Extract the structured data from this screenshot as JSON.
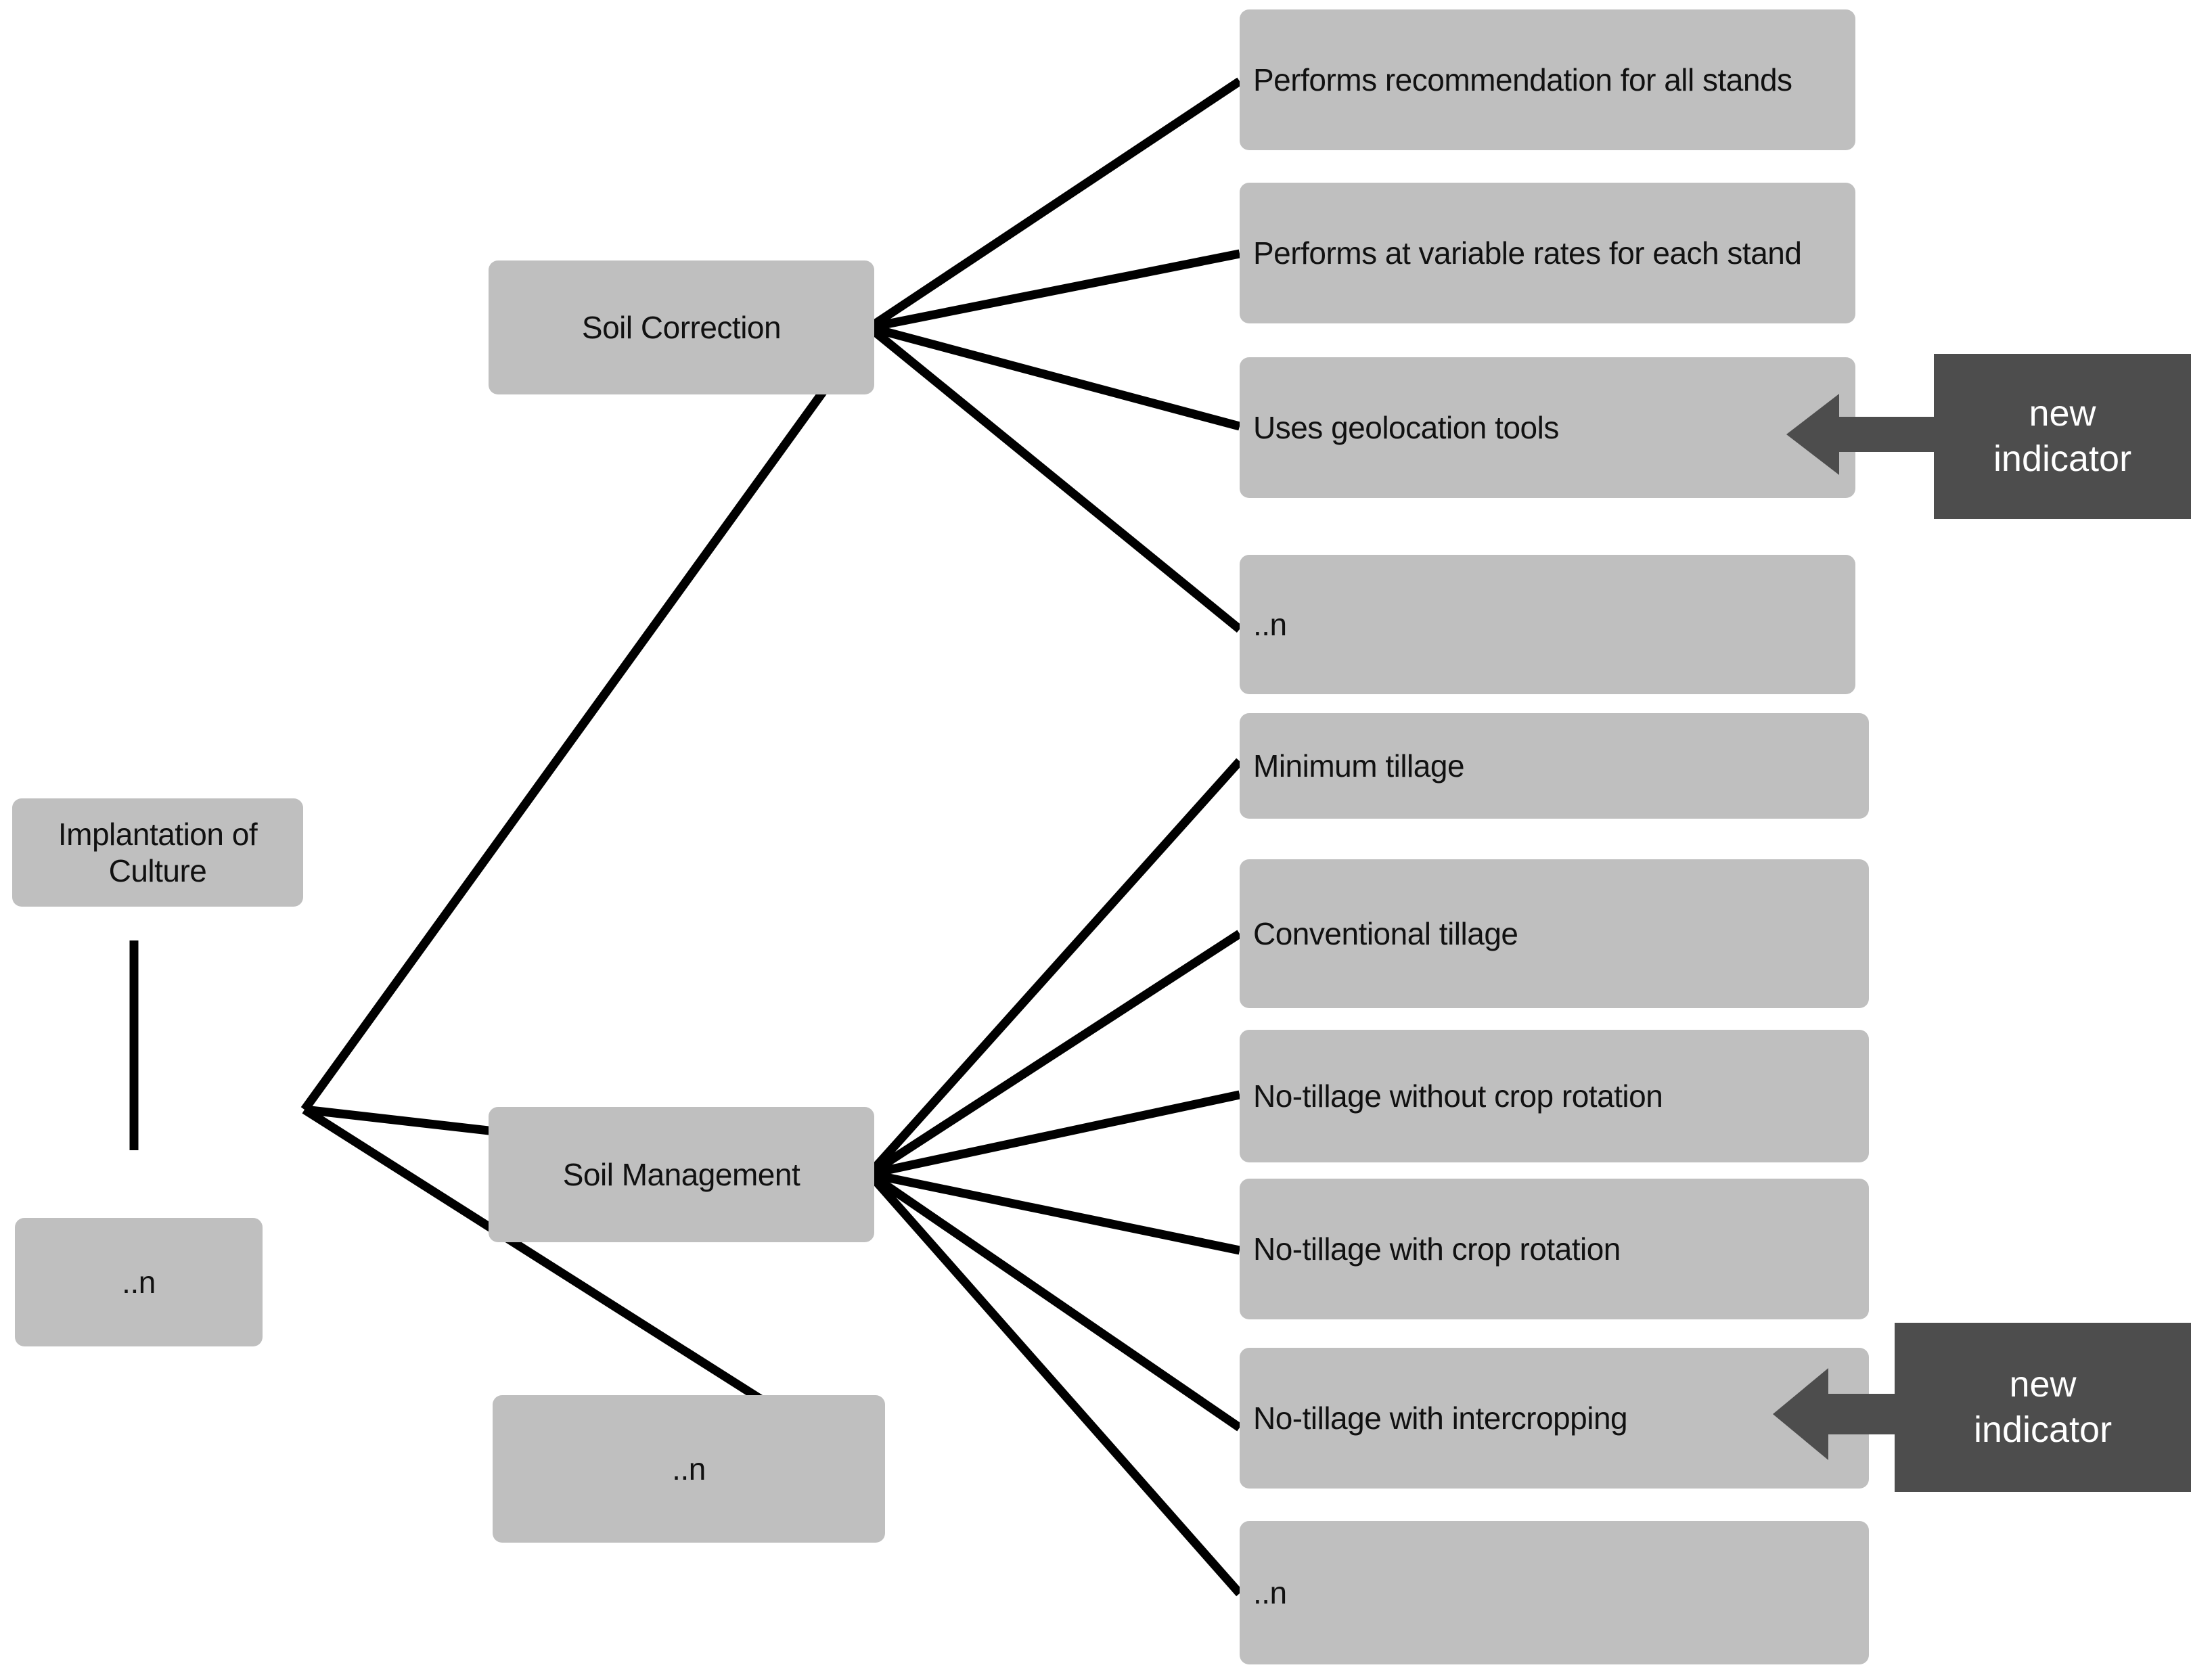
{
  "diagram": {
    "type": "hierarchy-tree",
    "background_color": "#ffffff",
    "node_fill": "#bfbfbf",
    "node_text_color": "#111111",
    "callout_fill": "#4d4d4d",
    "callout_text_color": "#ffffff",
    "edge_color": "#000000"
  },
  "root": {
    "label": "Implantation of\nCulture",
    "line1": "Implantation of",
    "line2": "Culture"
  },
  "root_children": [
    {
      "id": "soil-correction",
      "label": "Soil Correction"
    },
    {
      "id": "soil-management",
      "label": "Soil Management"
    },
    {
      "id": "root-more",
      "label": "..n"
    }
  ],
  "root_sibling": {
    "id": "root-ellipsis",
    "label": "..n"
  },
  "soil_correction_children": [
    {
      "id": "sc-1",
      "label": "Performs recommendation for all stands"
    },
    {
      "id": "sc-2",
      "label": "Performs at variable rates for each stand"
    },
    {
      "id": "sc-3",
      "label": "Uses geolocation tools",
      "annotated": true
    },
    {
      "id": "sc-4",
      "label": "..n"
    }
  ],
  "soil_management_children": [
    {
      "id": "sm-1",
      "label": "Minimum tillage"
    },
    {
      "id": "sm-2",
      "label": "Conventional tillage"
    },
    {
      "id": "sm-3",
      "label": "No-tillage without crop rotation"
    },
    {
      "id": "sm-4",
      "label": "No-tillage with crop rotation"
    },
    {
      "id": "sm-5",
      "label": "No-tillage with intercropping",
      "annotated": true
    },
    {
      "id": "sm-6",
      "label": "..n"
    }
  ],
  "callouts": [
    {
      "id": "callout-top",
      "line1": "new",
      "line2": "indicator",
      "points_to": "sc-3"
    },
    {
      "id": "callout-bottom",
      "line1": "new",
      "line2": "indicator",
      "points_to": "sm-5"
    }
  ]
}
